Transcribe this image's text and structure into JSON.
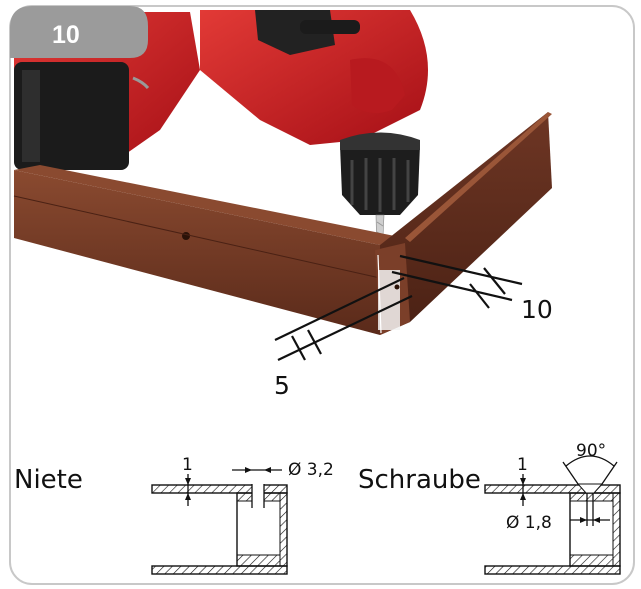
{
  "step_badge": {
    "number": "10",
    "color": "#9b9b9b"
  },
  "dimensions": {
    "edge_distance_short": "5",
    "edge_distance_long": "10"
  },
  "details": {
    "rivet": {
      "label": "Niete",
      "wall_thickness": "1",
      "hole_diameter": "Ø 3,2"
    },
    "screw": {
      "label": "Schraube",
      "wall_thickness": "1",
      "hole_diameter": "Ø 1,8",
      "countersink_angle": "90°"
    }
  },
  "colors": {
    "drill_red": "#c8161d",
    "profile_brown": "#6b3422",
    "frame_gray": "#c8c8c8"
  }
}
